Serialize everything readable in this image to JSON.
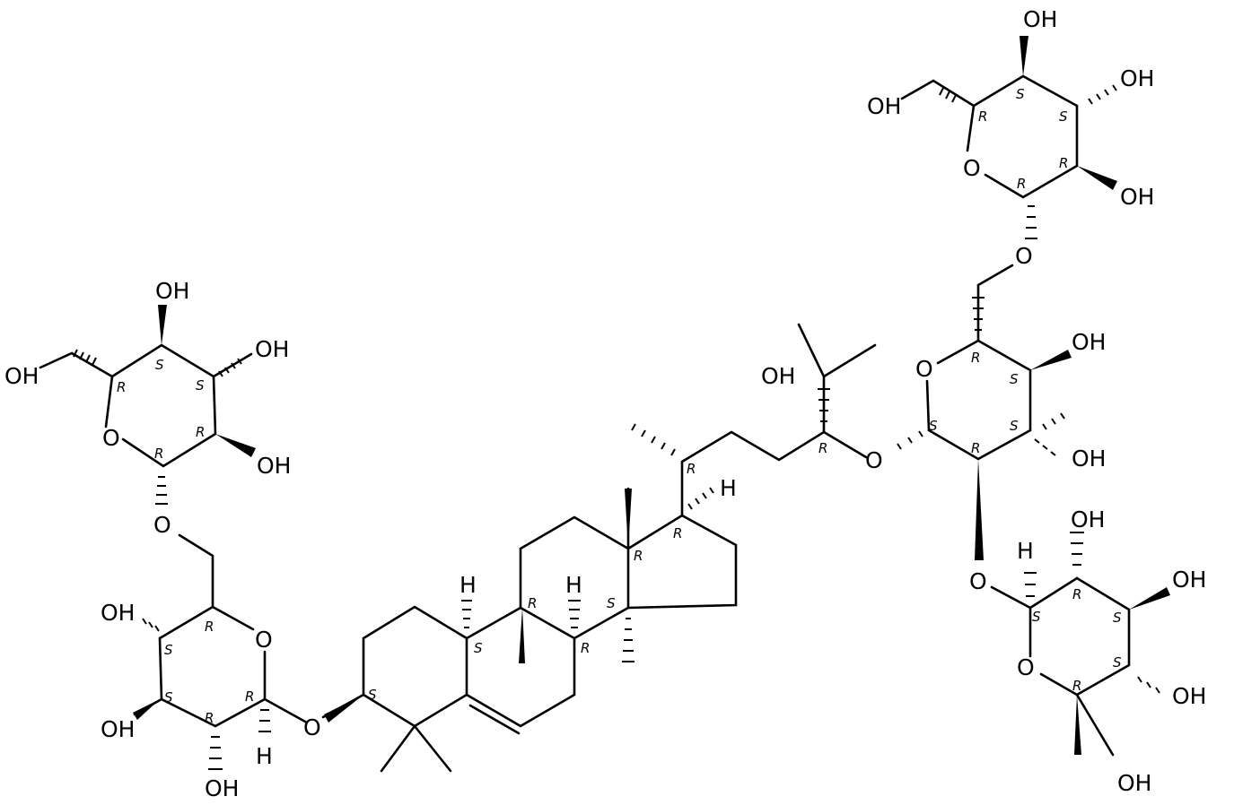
{
  "atom_labels": [
    {
      "text": "OH"
    },
    {
      "text": "OH"
    },
    {
      "text": "OH"
    },
    {
      "text": "O"
    },
    {
      "text": "OH"
    },
    {
      "text": "O"
    },
    {
      "text": "OH"
    },
    {
      "text": "O"
    },
    {
      "text": "OH"
    },
    {
      "text": "OH"
    },
    {
      "text": "O"
    },
    {
      "text": "OH"
    },
    {
      "text": "H"
    },
    {
      "text": "O"
    },
    {
      "text": "H"
    },
    {
      "text": "H"
    },
    {
      "text": "H"
    },
    {
      "text": "OH"
    },
    {
      "text": "O"
    },
    {
      "text": "OH"
    },
    {
      "text": "OH"
    },
    {
      "text": "OH"
    },
    {
      "text": "O"
    },
    {
      "text": "OH"
    },
    {
      "text": "O"
    },
    {
      "text": "O"
    },
    {
      "text": "OH"
    },
    {
      "text": "OH"
    },
    {
      "text": "O"
    },
    {
      "text": "OH"
    },
    {
      "text": "H"
    },
    {
      "text": "OH"
    },
    {
      "text": "OH"
    },
    {
      "text": "O"
    },
    {
      "text": "OH"
    },
    {
      "text": "OH"
    }
  ],
  "stereo_labels": [
    {
      "text": "S"
    },
    {
      "text": "S"
    },
    {
      "text": "R"
    },
    {
      "text": "R"
    },
    {
      "text": "R"
    },
    {
      "text": "R"
    },
    {
      "text": "S"
    },
    {
      "text": "S"
    },
    {
      "text": "R"
    },
    {
      "text": "R"
    },
    {
      "text": "S"
    },
    {
      "text": "S"
    },
    {
      "text": "R"
    },
    {
      "text": "R"
    },
    {
      "text": "R"
    },
    {
      "text": "S"
    },
    {
      "text": "R"
    },
    {
      "text": "R"
    },
    {
      "text": "R"
    },
    {
      "text": "R"
    },
    {
      "text": "S"
    },
    {
      "text": "S"
    },
    {
      "text": "R"
    },
    {
      "text": "R"
    },
    {
      "text": "S"
    },
    {
      "text": "R"
    },
    {
      "text": "S"
    },
    {
      "text": "S"
    },
    {
      "text": "R"
    },
    {
      "text": "R"
    },
    {
      "text": "S"
    },
    {
      "text": "S"
    },
    {
      "text": "S"
    },
    {
      "text": "R"
    },
    {
      "text": "R"
    }
  ]
}
